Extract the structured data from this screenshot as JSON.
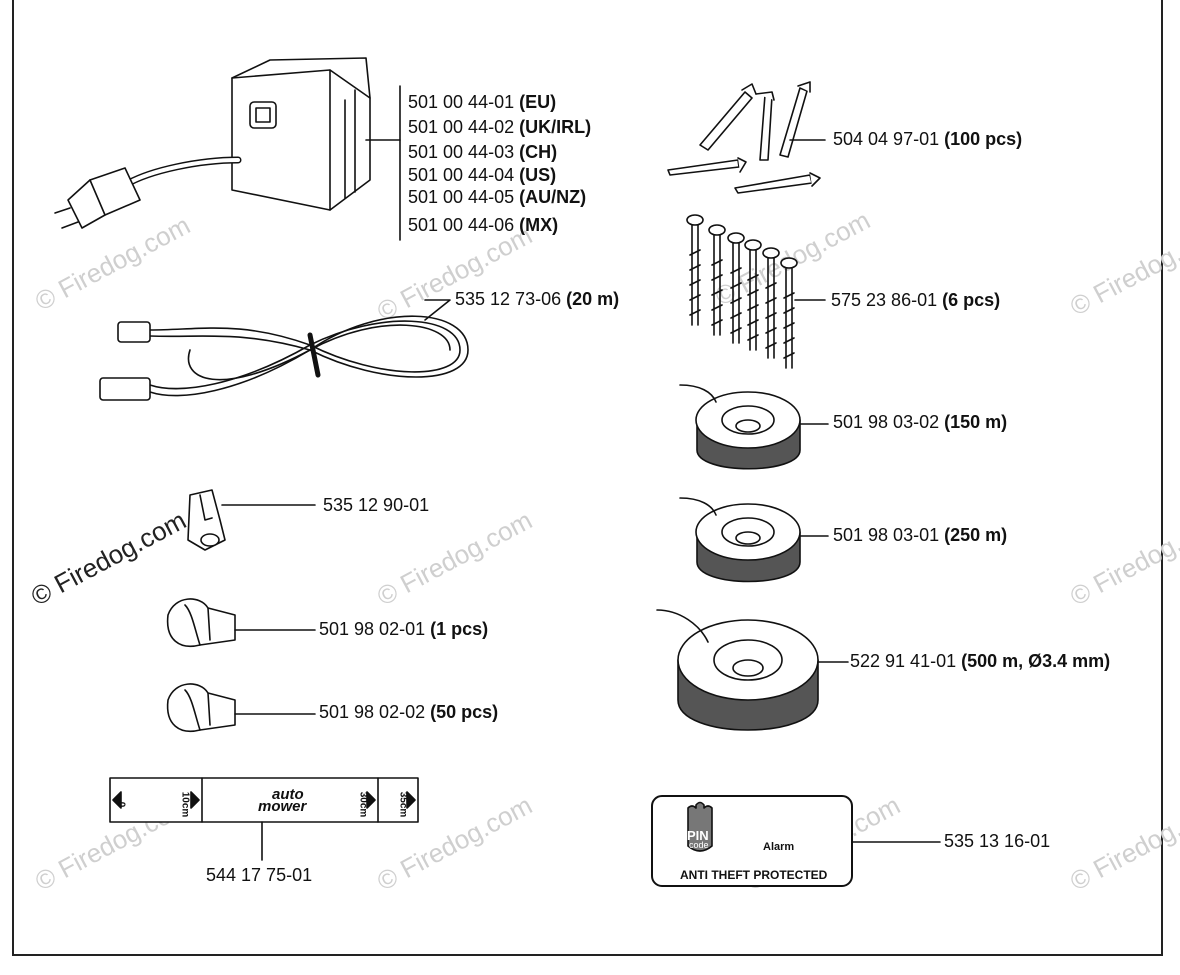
{
  "watermark": "© Firedog.com",
  "parts": {
    "transformer": [
      {
        "part_no": "501 00 44-01",
        "variant": "(EU)"
      },
      {
        "part_no": "501 00 44-02",
        "variant": "(UK/IRL)"
      },
      {
        "part_no": "501 00 44-03",
        "variant": "(CH)"
      },
      {
        "part_no": "501 00 44-04",
        "variant": "(US)"
      },
      {
        "part_no": "501 00 44-05",
        "variant": "(AU/NZ)"
      },
      {
        "part_no": "501 00 44-06",
        "variant": "(MX)"
      }
    ],
    "low_voltage_cable": {
      "part_no": "535 12 73-06",
      "variant": "(20 m)"
    },
    "connector": {
      "part_no": "535 12 90-01"
    },
    "coupler_1": {
      "part_no": "501 98 02-01",
      "variant": "(1 pcs)"
    },
    "coupler_50": {
      "part_no": "501 98 02-02",
      "variant": "(50 pcs)"
    },
    "measure_ruler": {
      "part_no": "544 17 75-01"
    },
    "ruler_marks": {
      "m0": "0",
      "m10": "10cm",
      "m30": "30cm",
      "m35": "35cm",
      "brand_line1": "auto",
      "brand_line2": "mower"
    },
    "pegs": {
      "part_no": "504 04 97-01",
      "variant": "(100 pcs)"
    },
    "screws": {
      "part_no": "575 23 86-01",
      "variant": "(6 pcs)"
    },
    "wire_150": {
      "part_no": "501 98 03-02",
      "variant": "(150 m)"
    },
    "wire_250": {
      "part_no": "501 98 03-01",
      "variant": "(250 m)"
    },
    "wire_500": {
      "part_no": "522 91 41-01",
      "variant": "(500 m, Ø3.4 mm)"
    },
    "alarm_sticker": {
      "part_no": "535 13 16-01"
    },
    "sticker_text": {
      "pin": "PIN",
      "code": "code",
      "alarm": "Alarm",
      "bottom": "ANTI THEFT PROTECTED"
    }
  }
}
